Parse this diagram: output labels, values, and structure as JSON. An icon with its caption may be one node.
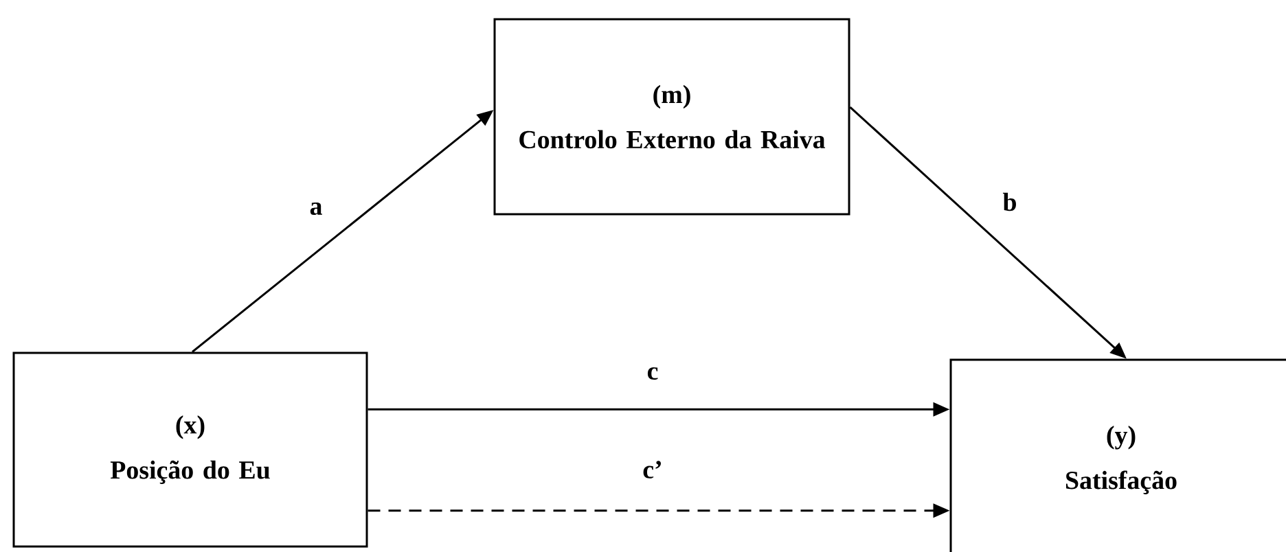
{
  "diagram": {
    "nodes": [
      {
        "text": [
          "(m)",
          "Controlo Externo da Raiva"
        ]
      },
      {
        "text": [
          "(x)",
          "Posição do Eu"
        ]
      },
      {
        "text": [
          "(y)",
          "Satisfação"
        ]
      }
    ],
    "edges": [
      {
        "from": 1,
        "to": 0,
        "arrow": "to",
        "label": "a"
      },
      {
        "from": 0,
        "to": 2,
        "arrow": "to",
        "label": "b"
      },
      {
        "from": 1,
        "to": 2,
        "arrow": "to",
        "label": "c"
      },
      {
        "from": 1,
        "to": 2,
        "arrow": "to",
        "label": "c’",
        "style": "dashed"
      }
    ]
  }
}
